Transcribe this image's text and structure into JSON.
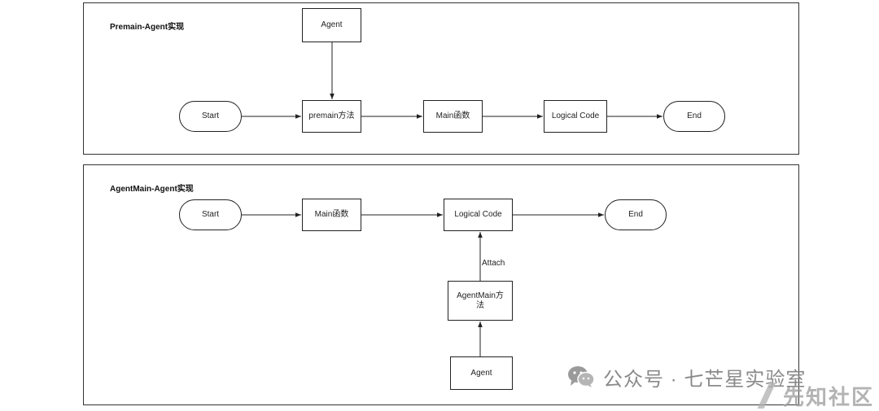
{
  "diagrams": [
    {
      "title": "Premain-Agent实现",
      "nodes": {
        "agent": "Agent",
        "start": "Start",
        "premain": "premain方法",
        "main": "Main函数",
        "logical": "Logical Code",
        "end": "End"
      }
    },
    {
      "title": "AgentMain-Agent实现",
      "nodes": {
        "start": "Start",
        "main": "Main函数",
        "logical": "Logical Code",
        "end": "End",
        "agentmain": "AgentMain方法",
        "agent": "Agent"
      },
      "edge_labels": {
        "attach": "Attach"
      }
    }
  ],
  "watermark": {
    "text": "公众号 · 七芒星实验室",
    "icon": "wechat-icon",
    "corner_text": "先知社区"
  }
}
